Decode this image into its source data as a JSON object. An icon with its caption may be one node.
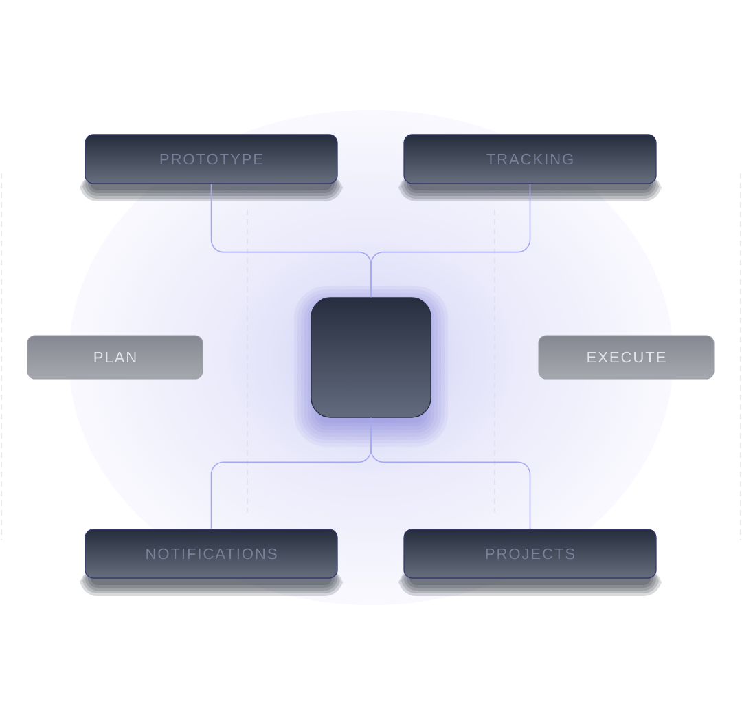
{
  "diagram": {
    "nodes": [
      {
        "text": [
          "PROTOTYPE"
        ]
      },
      {
        "text": [
          "TRACKING"
        ]
      },
      {
        "text": [
          "PLAN"
        ]
      },
      {
        "text": [],
        "shape": "box"
      },
      {
        "text": [
          "EXECUTE"
        ]
      },
      {
        "text": [
          "NOTIFICATIONS"
        ]
      },
      {
        "text": [
          "PROJECTS"
        ]
      }
    ],
    "edges": [
      {
        "from": 3,
        "to": 0,
        "arrow": "none"
      },
      {
        "from": 3,
        "to": 1,
        "arrow": "none"
      },
      {
        "from": 3,
        "to": 5,
        "arrow": "none"
      },
      {
        "from": 3,
        "to": 6,
        "arrow": "none"
      }
    ]
  }
}
